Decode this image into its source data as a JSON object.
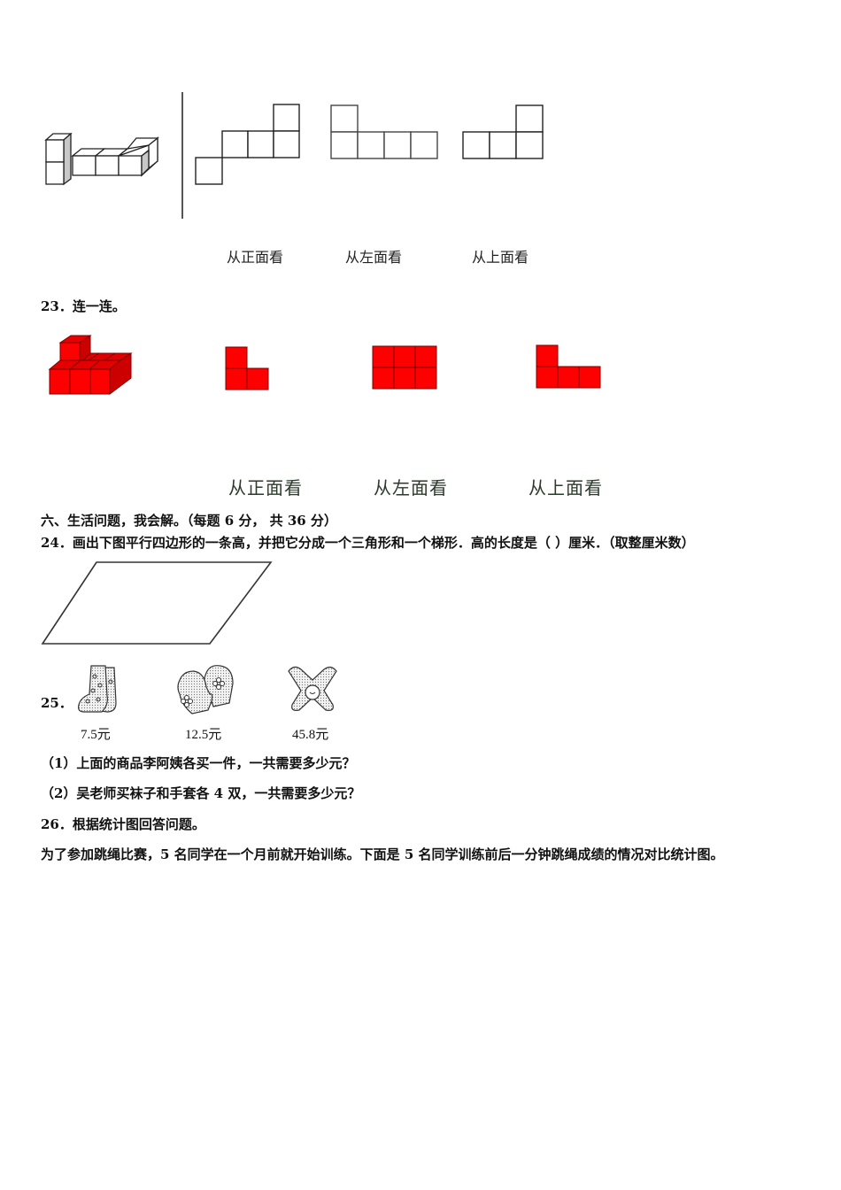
{
  "q22_figure": {
    "view_labels": [
      "从正面看",
      "从左面看",
      "从上面看"
    ]
  },
  "q23": {
    "title": "23．连一连。",
    "view_labels": [
      "从正面看",
      "从左面看",
      "从上面看"
    ],
    "shape_color": "#ff0000"
  },
  "section6": {
    "heading": "六、生活问题，我会解。（每题 6 分，  共 36 分）"
  },
  "q24": {
    "text": "24．画出下图平行四边形的一条高，并把它分成一个三角形和一个梯形．高的长度是（  ）厘米．（取整厘米数）"
  },
  "q25": {
    "number": "25．",
    "items": [
      {
        "name": "袜子",
        "icon": "socks-icon",
        "price": "7.5元"
      },
      {
        "name": "手套",
        "icon": "mittens-icon",
        "price": "12.5元"
      },
      {
        "name": "围巾",
        "icon": "scarf-icon",
        "price": "45.8元"
      }
    ],
    "sub1": "（1）上面的商品李阿姨各买一件，一共需要多少元？",
    "sub2": "（2）吴老师买袜子和手套各 4 双，一共需要多少元？"
  },
  "q26": {
    "title": "26．根据统计图回答问题。",
    "text": "为了参加跳绳比赛，5 名同学在一个月前就开始训练。下面是 5 名同学训练前后一分钟跳绳成绩的情况对比统计图。"
  }
}
